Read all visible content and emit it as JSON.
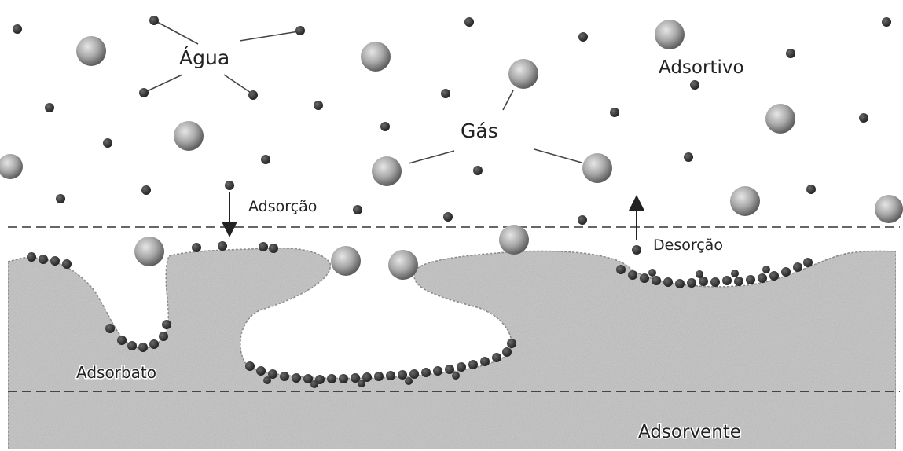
{
  "labels": {
    "agua": "Água",
    "gas": "Gás",
    "adsortivo": "Adsortivo",
    "adsorcao": "Adsorção",
    "desorcao": "Desorção",
    "adsorbato": "Adsorbato",
    "adsorvente": "Adsorvente"
  },
  "colors": {
    "background": "#ffffff",
    "surface": "#b4b4b4",
    "small_molecule": "#333333",
    "large_molecule": "#a8a8a8",
    "dashed_line": "#666666",
    "text": "#222222"
  }
}
